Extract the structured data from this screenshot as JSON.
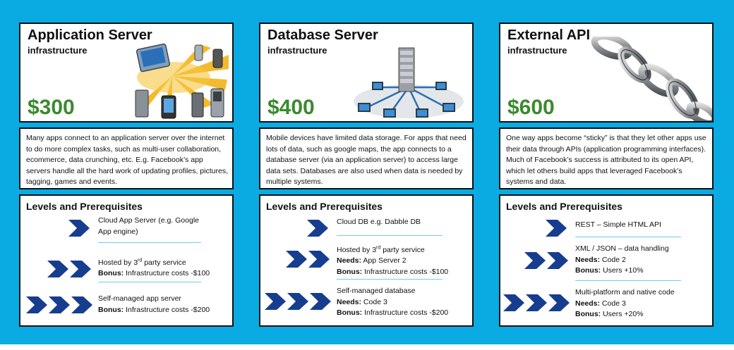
{
  "cards": [
    {
      "title": "Application Server",
      "subtitle": "infrastructure",
      "price": "$300",
      "description": "Many apps connect to an application server over the internet to do more complex tasks, such as multi-user collaboration, ecommerce, data crunching, etc. E.g. Facebook’s app servers handle all the hard work of updating profiles, pictures, tagging, games and events.",
      "levels_heading": "Levels and Prerequisites",
      "levels": [
        {
          "line1": "Cloud App Server (e.g. Google",
          "line2": "App engine)"
        },
        {
          "line1_pre": "Hosted by 3",
          "line1_sup": "rd",
          "line1_post": " party service",
          "bonus_label": "Bonus:",
          "bonus_value": " Infrastructure costs -$100"
        },
        {
          "line1": "Self-managed app server",
          "bonus_label": "Bonus:",
          "bonus_value": " Infrastructure costs -$200"
        }
      ]
    },
    {
      "title": "Database Server",
      "subtitle": "infrastructure",
      "price": "$400",
      "description": "Mobile devices have limited data storage. For apps that need lots of data, such as google maps, the app connects to a database server (via an application server) to access large data sets. Databases are also used when data is needed by multiple systems.",
      "levels_heading": "Levels and Prerequisites",
      "levels": [
        {
          "line1": "Cloud DB e.g. Dabble DB"
        },
        {
          "line1_pre": "Hosted by 3",
          "line1_sup": "rd",
          "line1_post": " party service",
          "needs_label": "Needs:",
          "needs_value": " App Server 2",
          "bonus_label": "Bonus:",
          "bonus_value": "  Infrastructure costs -$100"
        },
        {
          "line1": "Self-managed database",
          "needs_label": "Needs:",
          "needs_value": " Code 3",
          "bonus_label": "Bonus:",
          "bonus_value": " Infrastructure costs -$200"
        }
      ]
    },
    {
      "title": "External API",
      "subtitle": "infrastructure",
      "price": "$600",
      "description": "One way apps become “sticky” is that they let other apps use their data through APIs (application programming interfaces). Much of Facebook’s success is attributed to its open API, which let others build apps that leveraged Facebook’s systems and data.",
      "levels_heading": "Levels and Prerequisites",
      "levels": [
        {
          "line1": "REST – Simple HTML API"
        },
        {
          "line1": "XML / JSON – data handling",
          "needs_label": "Needs:",
          "needs_value": " Code 2",
          "bonus_label": "Bonus:",
          "bonus_value": " Users +10%"
        },
        {
          "line1": "Multi-platform and native code",
          "needs_label": "Needs:",
          "needs_value": " Code 3",
          "bonus_label": "Bonus:",
          "bonus_value": " Users +20%"
        }
      ]
    }
  ],
  "colors": {
    "background": "#0AABE3",
    "price": "#3A8A2E",
    "chevron": "#173D8F",
    "separator": "#6FCBF0"
  },
  "icons": [
    "chevron-right-icon",
    "mobile-devices-illustration",
    "database-network-illustration",
    "chain-illustration"
  ]
}
